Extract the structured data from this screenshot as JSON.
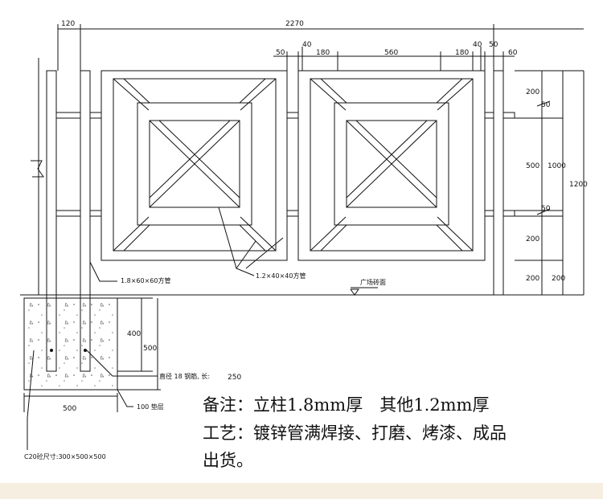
{
  "dimensions": {
    "overall_width": "2270",
    "post_offset": "120",
    "top_row": [
      "50",
      "40",
      "180",
      "560",
      "180",
      "40",
      "50",
      "60"
    ],
    "right_inner": [
      "200",
      "50",
      "500",
      "50",
      "200",
      "200"
    ],
    "right_mid": "1000",
    "right_outer": "1200",
    "right_ground": "200",
    "foundation_depth": "400",
    "foundation_height": "500",
    "foundation_width": "500",
    "rebar_length": "250"
  },
  "labels": {
    "post_tube": "1.8×60×60方管",
    "frame_tube": "1.2×40×40方管",
    "ground_level": "广场砖面",
    "rebar": "直径 18 钢筋, 长:",
    "cushion": "100 垫层",
    "concrete_size": "C20砼尺寸:300×500×500"
  },
  "notes": {
    "line1": "备注：立柱1.8mm厚　其他1.2mm厚",
    "line2": "工艺：镀锌管满焊接、打磨、烤漆、成品",
    "line3": "出货。"
  },
  "colors": {
    "ink": "#111111",
    "background": "#ffffff",
    "band": "#f6efe1"
  }
}
